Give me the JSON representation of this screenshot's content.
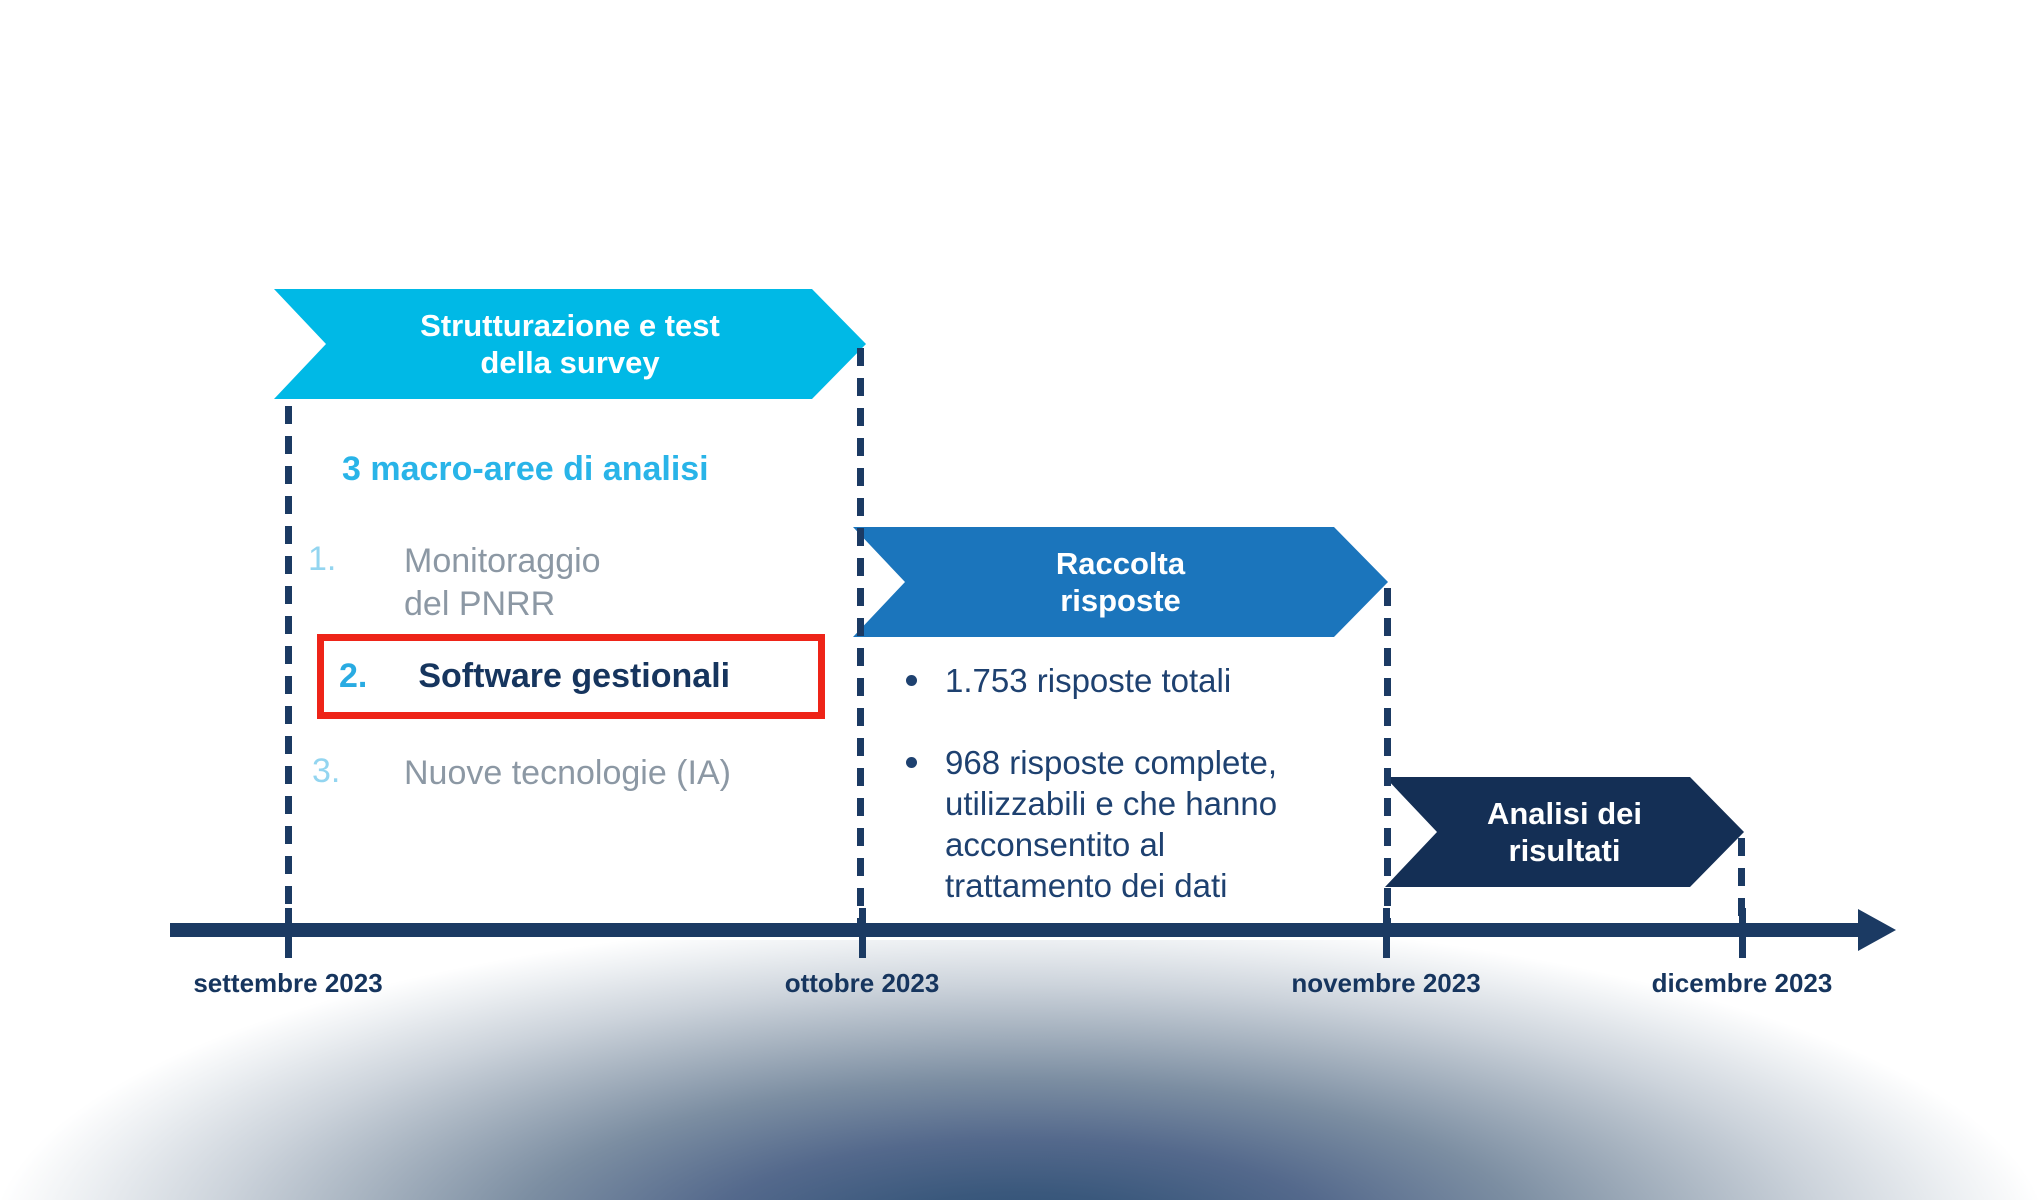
{
  "phases": [
    {
      "title": "Strutturazione e test\ndella survey",
      "color": "#00b9e6"
    },
    {
      "title": "Raccolta\nrisposte",
      "color": "#1b75bc"
    },
    {
      "title": "Analisi dei\nrisultati",
      "color": "#142f55"
    }
  ],
  "analysis": {
    "heading": "3 macro-aree di analisi",
    "heading_color": "#29b4e8",
    "items": [
      {
        "number": "1.",
        "text": "Monitoraggio\ndel PNRR",
        "highlighted": false
      },
      {
        "number": "2.",
        "text": "Software gestionali",
        "highlighted": true
      },
      {
        "number": "3.",
        "text": "Nuove tecnologie (IA)",
        "highlighted": false
      }
    ],
    "highlight_box_color": "#ee2418"
  },
  "results": {
    "bullets": [
      "1.753 risposte totali",
      "968 risposte complete,\nutilizzabili e che hanno\nacconsentito al\ntrattamento dei dati"
    ]
  },
  "timeline": {
    "axis_color": "#1b3a63",
    "months": [
      {
        "label": "settembre 2023"
      },
      {
        "label": "ottobre 2023"
      },
      {
        "label": "novembre 2023"
      },
      {
        "label": "dicembre 2023"
      }
    ]
  },
  "colors": {
    "cyan_arrow": "#00b9e6",
    "blue_arrow": "#1b75bc",
    "navy_arrow": "#142f55",
    "navy_text": "#16355e",
    "gray_text": "#8c98a4",
    "light_blue_number": "#93d5f0",
    "red_highlight": "#ee2418",
    "bullet_text": "#1e4170",
    "glow_dark": "#2c4e74"
  }
}
